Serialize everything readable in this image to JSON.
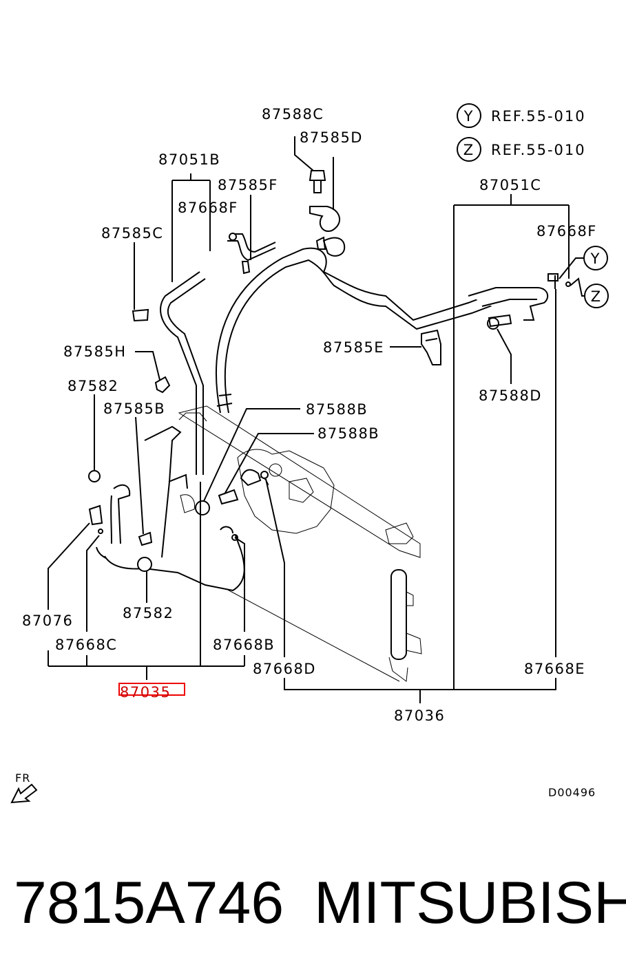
{
  "diagram": {
    "labels": {
      "l87588C": "87588C",
      "l87585D": "87585D",
      "l87051B": "87051B",
      "l87585F": "87585F",
      "l87668F_a": "87668F",
      "l87585C": "87585C",
      "l87051C": "87051C",
      "l87668F_b": "87668F",
      "l87585E": "87585E",
      "l87588D": "87588D",
      "l87585H": "87585H",
      "l87582_a": "87582",
      "l87585B": "87585B",
      "l87588B_a": "87588B",
      "l87588B_b": "87588B",
      "l87582_b": "87582",
      "l87076": "87076",
      "l87668C": "87668C",
      "l87668B": "87668B",
      "l87668D": "87668D",
      "l87668E": "87668E",
      "l87035": "87035",
      "l87036": "87036"
    },
    "refs": [
      {
        "letter": "Y",
        "text": "REF.55-010"
      },
      {
        "letter": "Z",
        "text": "REF.55-010"
      }
    ],
    "callouts": {
      "y": "Y",
      "z": "Z"
    },
    "front": "FR",
    "drawing_code": "D00496"
  },
  "footer": {
    "part_number": "7815A746",
    "brand": "MITSUBISHI"
  },
  "colors": {
    "highlight": "#cc0000"
  }
}
